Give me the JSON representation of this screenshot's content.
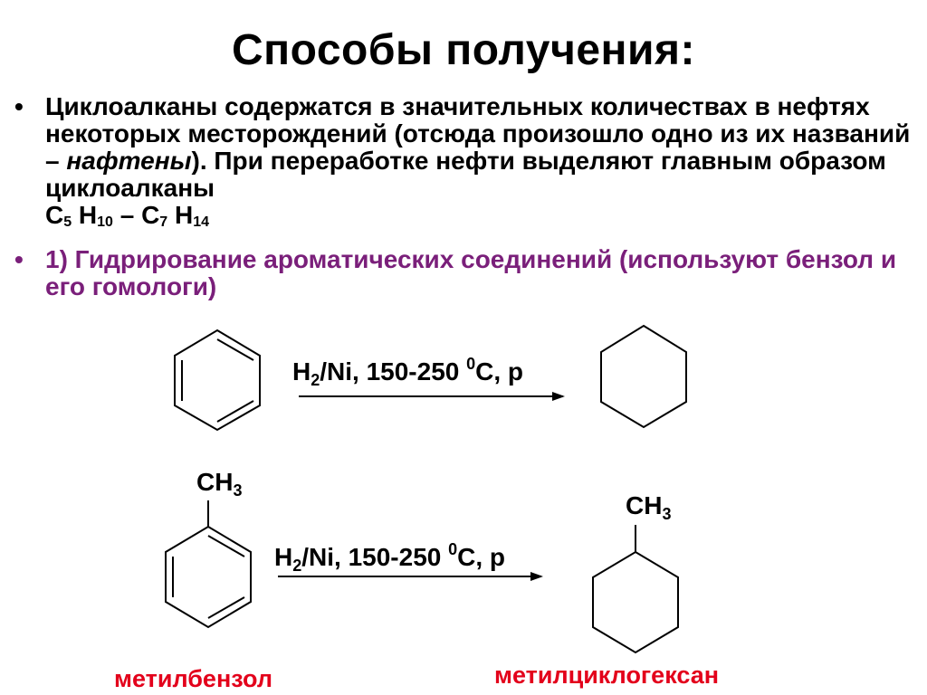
{
  "title": "Способы получения:",
  "bullet1": {
    "marker": "•",
    "text_a": "Циклоалканы содержатся в значительных количествах в нефтях некоторых месторождений (отсюда произошло одно из их названий – ",
    "emphasis": "нафтены",
    "text_b": "). При переработке нефти выделяют главным образом циклоалканы ",
    "formula": {
      "c1": "C",
      "s1": "5",
      "h1": " H",
      "s2": "10",
      "dash": " – C",
      "s3": "7",
      "h2": " H",
      "s4": "14"
    }
  },
  "bullet2": {
    "marker": "•",
    "text": "1) Гидрирование ароматических соединений (используют бензол и его гомологи)"
  },
  "reaction1": {
    "conditions": {
      "h": "H",
      "h_sub": "2",
      "rest": "/Ni, 150-250 ",
      "deg": "0",
      "tail": "C, p"
    }
  },
  "reaction2": {
    "substituent_left": {
      "text": "CH",
      "sub": "3"
    },
    "substituent_right": {
      "text": "CH",
      "sub": "3"
    },
    "conditions": {
      "h": "H",
      "h_sub": "2",
      "rest": "/Ni, 150-250 ",
      "deg": "0",
      "tail": "C, p"
    },
    "label_left": "метилбензол",
    "label_right": "метилциклогексан"
  },
  "colors": {
    "bullet2": "#7a1f7a",
    "labels": "#e3001b"
  }
}
